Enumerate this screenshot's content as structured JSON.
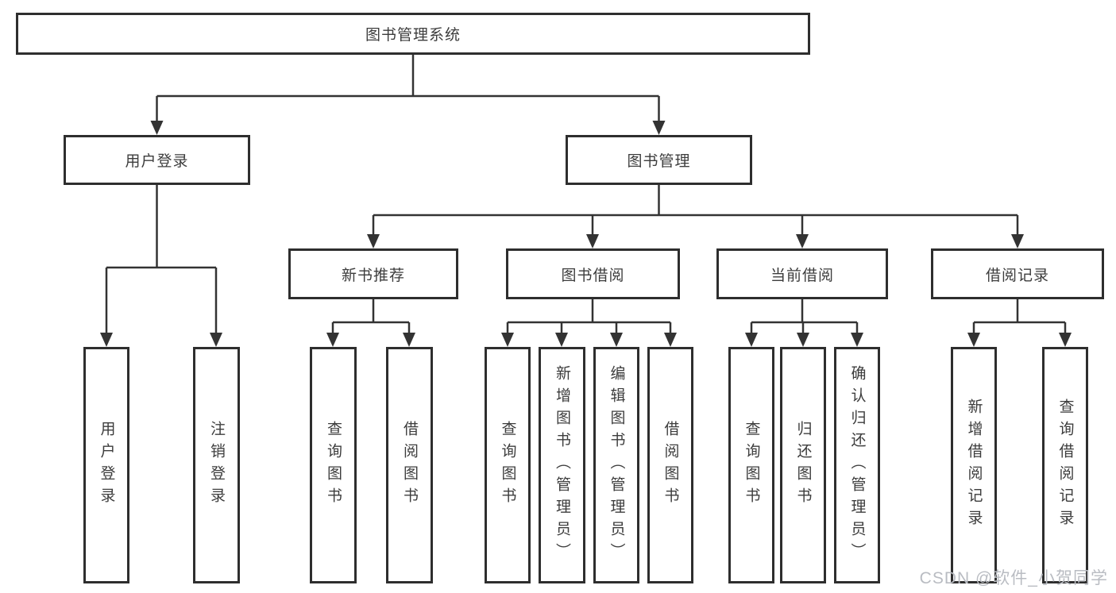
{
  "tree": {
    "label": "图书管理系统",
    "children": [
      {
        "label": "用户登录",
        "children": [
          {
            "label": "用户登录"
          },
          {
            "label": "注销登录"
          }
        ]
      },
      {
        "label": "图书管理",
        "children": [
          {
            "label": "新书推荐",
            "children": [
              {
                "label": "查询图书"
              },
              {
                "label": "借阅图书"
              }
            ]
          },
          {
            "label": "图书借阅",
            "children": [
              {
                "label": "查询图书"
              },
              {
                "label": "新增图书（管理员）"
              },
              {
                "label": "编辑图书（管理员）"
              },
              {
                "label": "借阅图书"
              }
            ]
          },
          {
            "label": "当前借阅",
            "children": [
              {
                "label": "查询图书"
              },
              {
                "label": "归还图书"
              },
              {
                "label": "确认归还（管理员）"
              }
            ]
          },
          {
            "label": "借阅记录",
            "children": [
              {
                "label": "新增借阅记录"
              },
              {
                "label": "查询借阅记录"
              }
            ]
          }
        ]
      }
    ]
  },
  "watermark": {
    "text": "CSDN @软件_小贺同学"
  },
  "colors": {
    "line": "#333333",
    "box_border": "#2e2e2e",
    "text": "#3c3c3c",
    "watermark": "#b9bcc2"
  }
}
